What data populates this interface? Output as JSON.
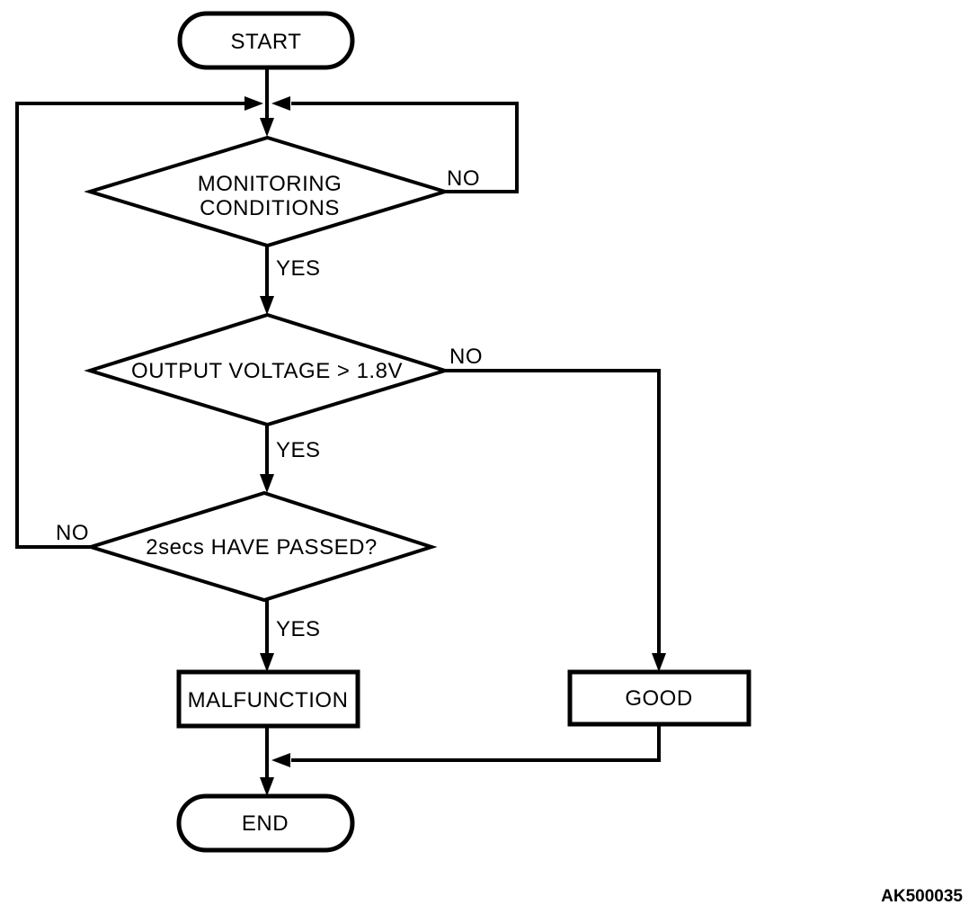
{
  "diagram": {
    "type": "flowchart",
    "nodes": {
      "start": {
        "label": "START",
        "shape": "terminator"
      },
      "decision_monitoring": {
        "label_line1": "MONITORING",
        "label_line2": "CONDITIONS",
        "shape": "decision"
      },
      "decision_voltage": {
        "label": "OUTPUT VOLTAGE > 1.8V",
        "shape": "decision"
      },
      "decision_timer": {
        "label": "2secs HAVE PASSED?",
        "shape": "decision"
      },
      "malfunction": {
        "label": "MALFUNCTION",
        "shape": "process"
      },
      "good": {
        "label": "GOOD",
        "shape": "process"
      },
      "end": {
        "label": "END",
        "shape": "terminator"
      }
    },
    "edge_labels": {
      "monitoring_yes": "YES",
      "monitoring_no": "NO",
      "voltage_yes": "YES",
      "voltage_no": "NO",
      "timer_yes": "YES",
      "timer_no": "NO"
    },
    "figure_code": "AK500035",
    "colors": {
      "line": "#000000",
      "text": "#000000",
      "background": "#ffffff"
    }
  }
}
